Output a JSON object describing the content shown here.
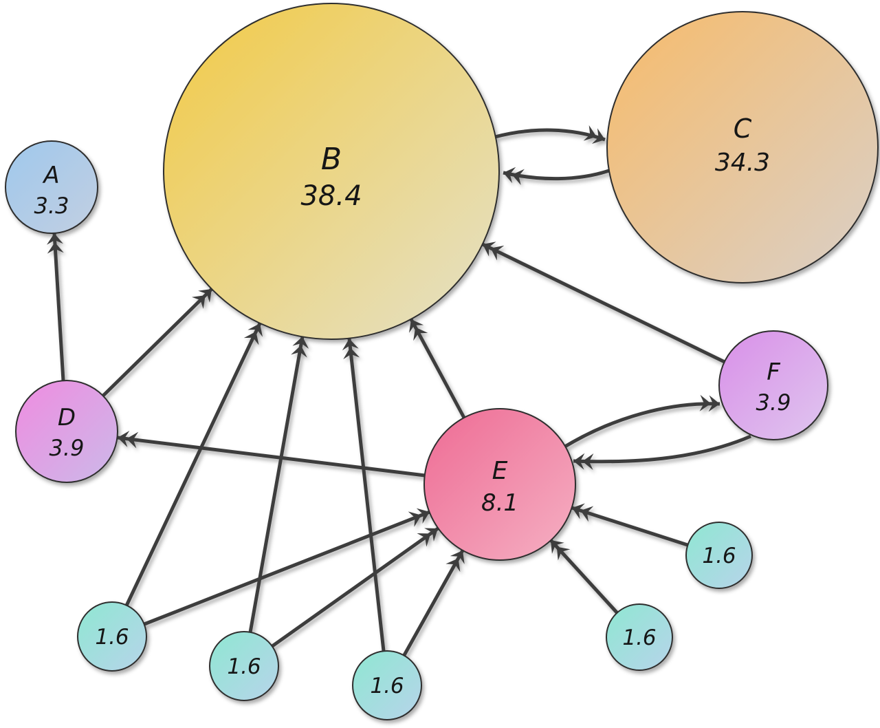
{
  "style": {
    "background": "#ffffff",
    "edge_color": "#3e3e3e",
    "node_outline": "#2e2e2e"
  },
  "nodes": {
    "A": {
      "label": "A",
      "value": "3.3",
      "color_top": "#9fc8ec",
      "color_bottom": "#c2cfe2"
    },
    "B": {
      "label": "B",
      "value": "38.4",
      "color_top": "#f2ca45",
      "color_bottom": "#e4e1c9"
    },
    "C": {
      "label": "C",
      "value": "34.3",
      "color_top": "#f7bb6a",
      "color_bottom": "#d9d0c9"
    },
    "D": {
      "label": "D",
      "value": "3.9",
      "color_top": "#ef8ce0",
      "color_bottom": "#ccb9e9"
    },
    "E": {
      "label": "E",
      "value": "8.1",
      "color_top": "#ee6b94",
      "color_bottom": "#f5b0c3"
    },
    "F": {
      "label": "F",
      "value": "3.9",
      "color_top": "#d98fe8",
      "color_bottom": "#dfc6ef"
    },
    "S1": {
      "label": "",
      "value": "1.6",
      "color_top": "#8fe7d2",
      "color_bottom": "#b7d4ea"
    },
    "S2": {
      "label": "",
      "value": "1.6",
      "color_top": "#8fe7d2",
      "color_bottom": "#b7d4ea"
    },
    "S3": {
      "label": "",
      "value": "1.6",
      "color_top": "#8fe7d2",
      "color_bottom": "#b7d4ea"
    },
    "S4": {
      "label": "",
      "value": "1.6",
      "color_top": "#8fe7d2",
      "color_bottom": "#b7d4ea"
    },
    "S5": {
      "label": "",
      "value": "1.6",
      "color_top": "#8fe7d2",
      "color_bottom": "#b7d4ea"
    }
  },
  "edges": [
    {
      "from": "B",
      "to": "C"
    },
    {
      "from": "C",
      "to": "B"
    },
    {
      "from": "D",
      "to": "A"
    },
    {
      "from": "D",
      "to": "B"
    },
    {
      "from": "E",
      "to": "B"
    },
    {
      "from": "E",
      "to": "D"
    },
    {
      "from": "E",
      "to": "F"
    },
    {
      "from": "F",
      "to": "B"
    },
    {
      "from": "F",
      "to": "E"
    },
    {
      "from": "S1",
      "to": "B"
    },
    {
      "from": "S1",
      "to": "E"
    },
    {
      "from": "S2",
      "to": "B"
    },
    {
      "from": "S2",
      "to": "E"
    },
    {
      "from": "S3",
      "to": "B"
    },
    {
      "from": "S3",
      "to": "E"
    },
    {
      "from": "S4",
      "to": "E"
    },
    {
      "from": "S5",
      "to": "E"
    }
  ]
}
